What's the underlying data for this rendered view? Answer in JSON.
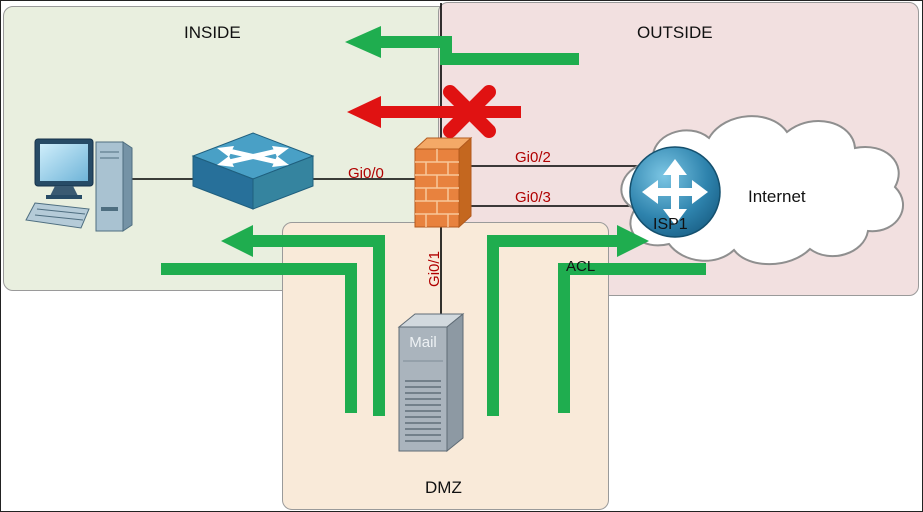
{
  "diagram": {
    "title": "firewall-security-zones-topology",
    "zones": {
      "inside": {
        "label": "INSIDE",
        "fill": "#e9efdf"
      },
      "outside": {
        "label": "OUTSIDE",
        "fill": "#f2e0e0"
      },
      "dmz": {
        "label": "DMZ",
        "fill": "#f9ead9"
      }
    },
    "firewall_interfaces": {
      "inside": "Gi0/0",
      "dmz": "Gi0/1",
      "outside_1": "Gi0/2",
      "outside_2": "Gi0/3"
    },
    "devices": {
      "pc": {
        "icon": "pc-icon"
      },
      "switch": {
        "icon": "switch-icon"
      },
      "firewall": {
        "icon": "firewall-icon"
      },
      "router": {
        "label": "ISP1",
        "icon": "router-icon"
      },
      "cloud": {
        "label": "Internet",
        "icon": "cloud-icon"
      },
      "mail_server": {
        "label": "Mail",
        "icon": "server-icon"
      }
    },
    "annotations": {
      "acl_label": "ACL"
    },
    "colors": {
      "permitted_traffic": "#1fad4f",
      "denied_traffic": "#e01212",
      "interface_label": "#b00000",
      "link_line": "#000000"
    }
  }
}
